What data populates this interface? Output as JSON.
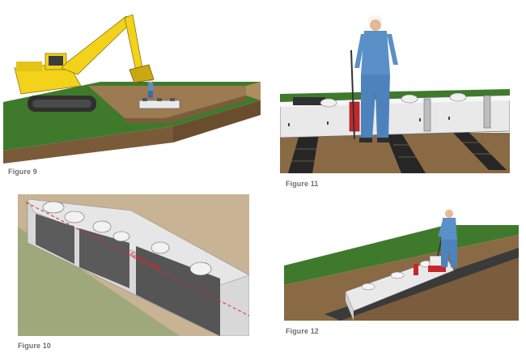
{
  "figures": {
    "fig9": {
      "caption": "Figure 9"
    },
    "fig10": {
      "caption": "Figure 10",
      "annotation": "Form Line"
    },
    "fig11": {
      "caption": "Figure 11"
    },
    "fig12": {
      "caption": "Figure 12"
    }
  },
  "colors": {
    "grass": "#3f7a2c",
    "soil": "#8a6a45",
    "excavator": "#f2d21b",
    "shirt": "#5b8fc7",
    "chamber": "#e9e9e9",
    "form_line": "#d9252a"
  }
}
